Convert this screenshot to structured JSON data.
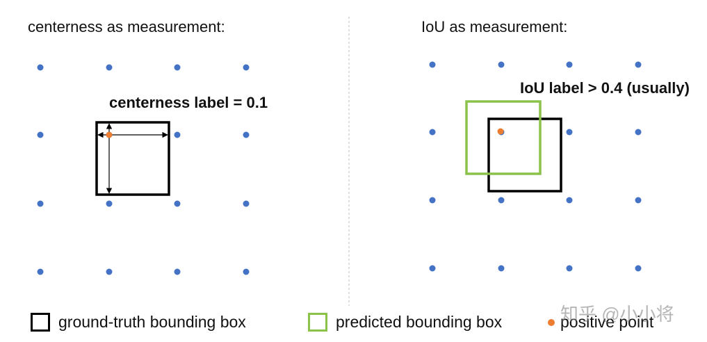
{
  "colors": {
    "grid_point": "#4472c4",
    "positive_point": "#ed7d31",
    "ground_truth_box": "#000000",
    "predicted_box": "#8bc34a",
    "divider": "#bfbfbf"
  },
  "left_panel": {
    "title": "centerness as measurement:",
    "annotation": "centerness label = 0.1"
  },
  "right_panel": {
    "title": "IoU as measurement:",
    "annotation": "IoU label > 0.4 (usually)"
  },
  "legend": {
    "ground_truth": "ground-truth bounding box",
    "predicted": "predicted bounding box",
    "positive": "positive point"
  },
  "watermark": "知乎 @小小将"
}
